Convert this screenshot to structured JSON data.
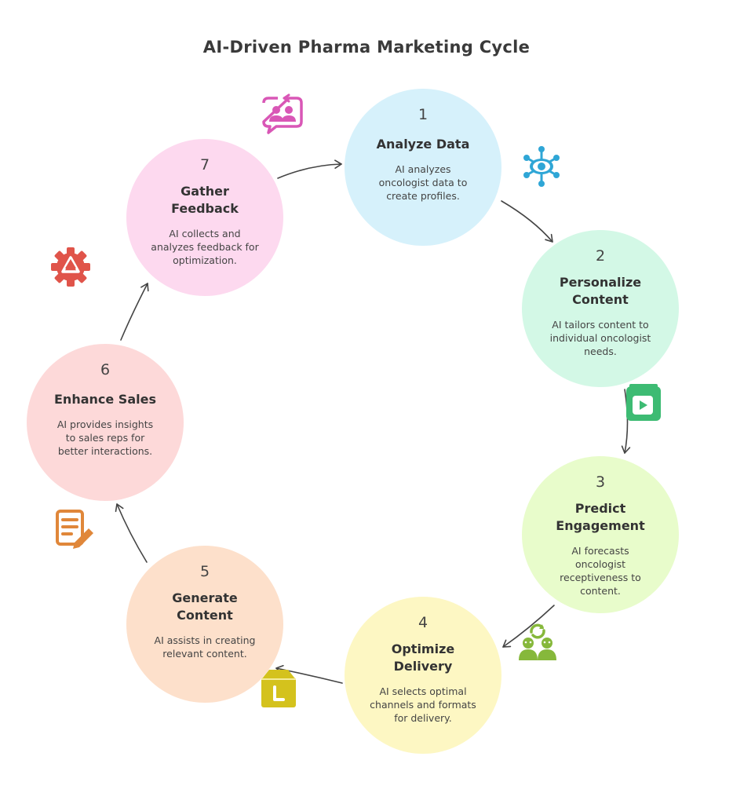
{
  "title": "AI-Driven Pharma Marketing Cycle",
  "steps": [
    {
      "number": "1",
      "heading": [
        "Analyze Data"
      ],
      "description": [
        "AI analyzes",
        "oncologist data to",
        "create profiles."
      ],
      "color": "#d6f1fb",
      "icon": "eye-network-icon",
      "icon_color": "#2fa6d6"
    },
    {
      "number": "2",
      "heading": [
        "Personalize",
        "Content"
      ],
      "description": [
        "AI tailors content to",
        "individual oncologist",
        "needs."
      ],
      "color": "#d3f8e6",
      "icon": "video-book-icon",
      "icon_color": "#3dbb73"
    },
    {
      "number": "3",
      "heading": [
        "Predict",
        "Engagement"
      ],
      "description": [
        "AI forecasts",
        "oncologist",
        "receptiveness to",
        "content."
      ],
      "color": "#e8fccb",
      "icon": "people-sync-icon",
      "icon_color": "#86b83b"
    },
    {
      "number": "4",
      "heading": [
        "Optimize",
        "Delivery"
      ],
      "description": [
        "AI selects optimal",
        "channels and formats",
        "for delivery."
      ],
      "color": "#fdf7c3",
      "icon": "package-box-icon",
      "icon_color": "#d4c21d"
    },
    {
      "number": "5",
      "heading": [
        "Generate",
        "Content"
      ],
      "description": [
        "AI assists in creating",
        "relevant content."
      ],
      "color": "#fde0cb",
      "icon": "document-edit-icon",
      "icon_color": "#e0873a"
    },
    {
      "number": "6",
      "heading": [
        "Enhance Sales"
      ],
      "description": [
        "AI provides insights",
        "to sales reps for",
        "better interactions."
      ],
      "color": "#fdd9d9",
      "icon": "gear-recycle-icon",
      "icon_color": "#e0544a"
    },
    {
      "number": "7",
      "heading": [
        "Gather",
        "Feedback"
      ],
      "description": [
        "AI collects and",
        "analyzes feedback for",
        "optimization."
      ],
      "color": "#fdd9ef",
      "icon": "feedback-chat-icon",
      "icon_color": "#d957b6"
    }
  ]
}
